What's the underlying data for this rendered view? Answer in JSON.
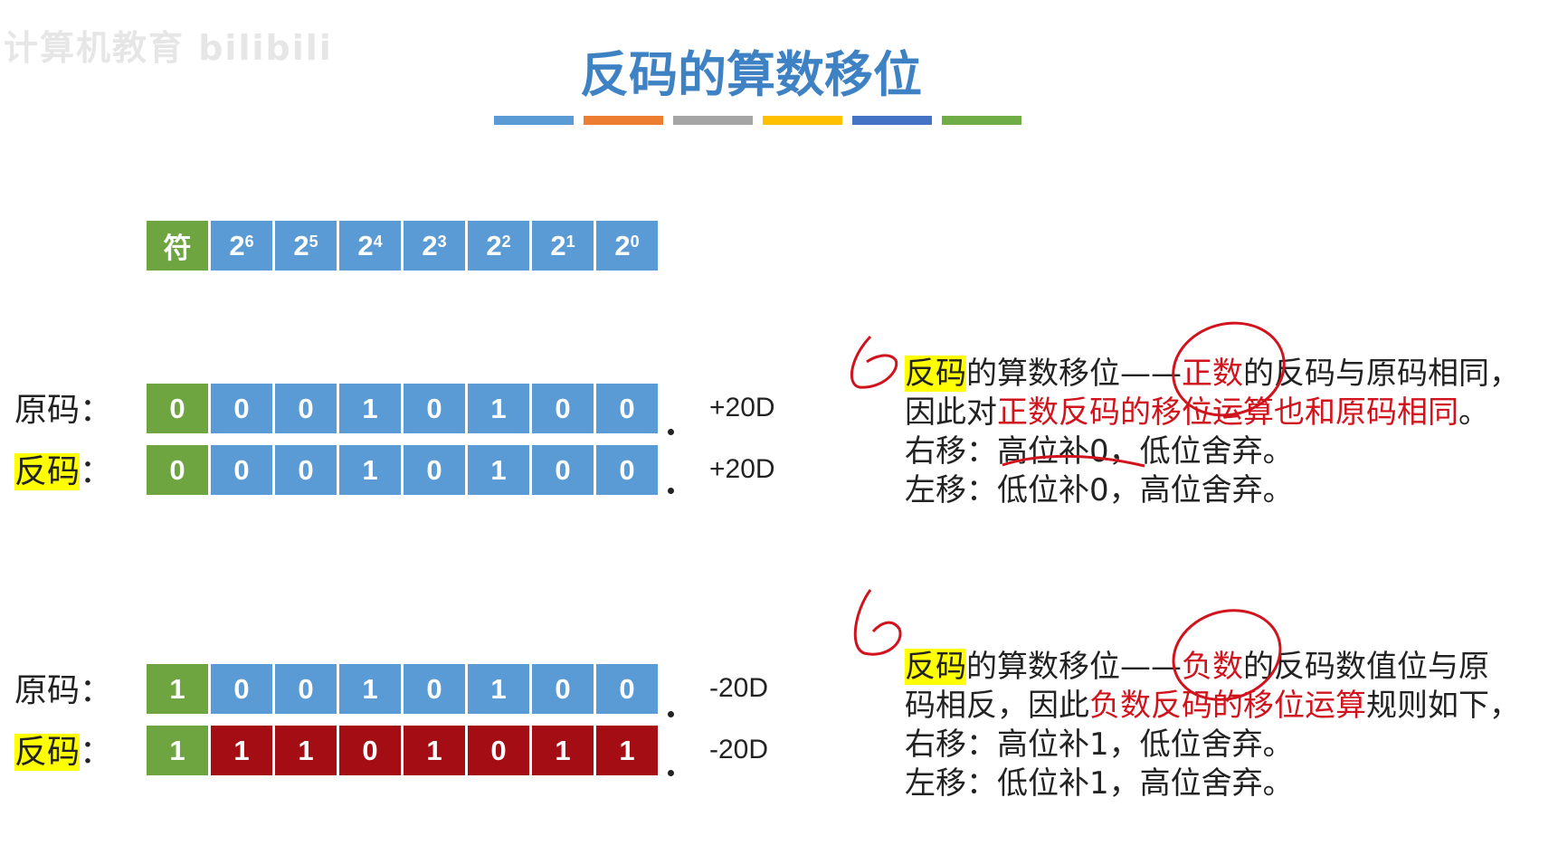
{
  "slide": {
    "title": "反码的算数移位",
    "watermark": "计算机教育 bilibili"
  },
  "color_bars": [
    "#5b9bd5",
    "#ed7d31",
    "#a5a5a5",
    "#ffc000",
    "#4472c4",
    "#70ad47"
  ],
  "header_row": {
    "sign": "符",
    "bits": [
      {
        "base": "2",
        "exp": "6"
      },
      {
        "base": "2",
        "exp": "5"
      },
      {
        "base": "2",
        "exp": "4"
      },
      {
        "base": "2",
        "exp": "3"
      },
      {
        "base": "2",
        "exp": "2"
      },
      {
        "base": "2",
        "exp": "1"
      },
      {
        "base": "2",
        "exp": "0"
      }
    ]
  },
  "rows": [
    {
      "label": "原码：",
      "highlight": false,
      "bits": [
        "0",
        "0",
        "0",
        "1",
        "0",
        "1",
        "0",
        "0"
      ],
      "colors": [
        "g",
        "b",
        "b",
        "b",
        "b",
        "b",
        "b",
        "b"
      ],
      "value": "+20D"
    },
    {
      "label": "反码",
      "suffix": "：",
      "highlight": true,
      "bits": [
        "0",
        "0",
        "0",
        "1",
        "0",
        "1",
        "0",
        "0"
      ],
      "colors": [
        "g",
        "b",
        "b",
        "b",
        "b",
        "b",
        "b",
        "b"
      ],
      "value": "+20D"
    },
    {
      "label": "原码：",
      "highlight": false,
      "bits": [
        "1",
        "0",
        "0",
        "1",
        "0",
        "1",
        "0",
        "0"
      ],
      "colors": [
        "g",
        "b",
        "b",
        "b",
        "b",
        "b",
        "b",
        "b"
      ],
      "value": "-20D"
    },
    {
      "label": "反码",
      "suffix": "：",
      "highlight": true,
      "bits": [
        "1",
        "1",
        "1",
        "0",
        "1",
        "0",
        "1",
        "1"
      ],
      "colors": [
        "g",
        "r",
        "r",
        "r",
        "r",
        "r",
        "r",
        "r"
      ],
      "value": "-20D"
    }
  ],
  "note_positive": {
    "line1_hl": "反码",
    "line1_a": "的算数移位——",
    "line1_red": "正数",
    "line1_b": "的反码与原码相同，",
    "line2_a": "因此对",
    "line2_red": "正数反码的移位运算也和原码相同",
    "line2_b": "。",
    "line3": "右移：高位补0，低位舍弃。",
    "line4": "左移：低位补0，高位舍弃。"
  },
  "note_negative": {
    "line1_hl": "反码",
    "line1_a": "的算数移位——",
    "line1_red": "负数",
    "line1_b": "的反码数值位与原",
    "line2_a": "码相反，因此",
    "line2_red": "负数反码的移位运算",
    "line2_b": "规则如下，",
    "line3": "右移：高位补1，低位舍弃。",
    "line4": "左移：低位补1，高位舍弃。"
  },
  "colors": {
    "title": "#3f82c4",
    "sign_cell": "#6ea540",
    "bit_cell": "#5b9bd5",
    "inverted_cell": "#a50d14",
    "highlight": "#ffff00",
    "red_text": "#d0131c"
  }
}
